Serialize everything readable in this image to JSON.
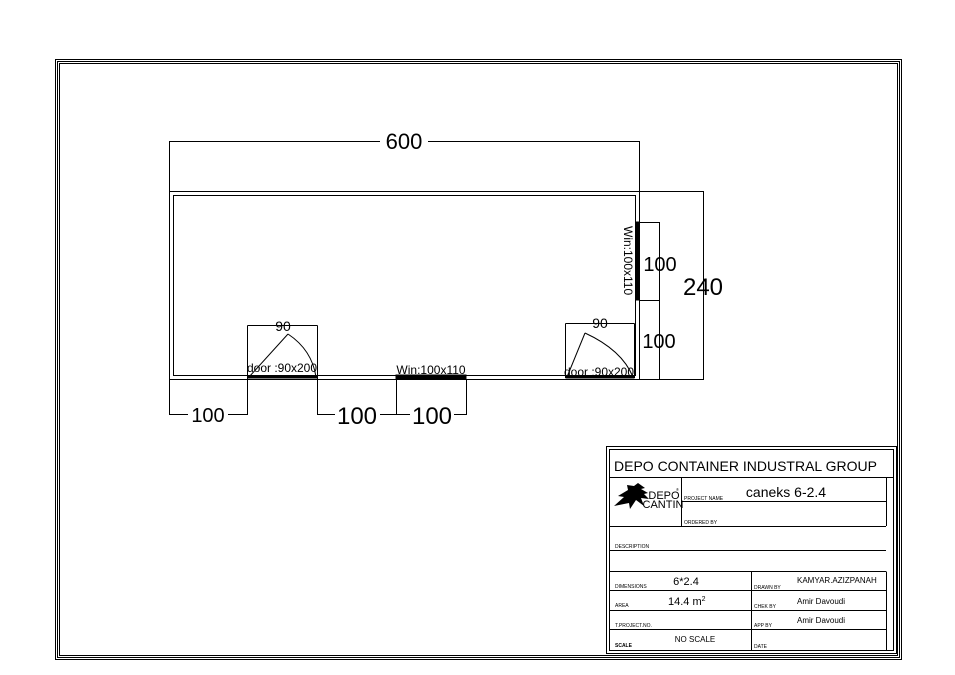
{
  "plan": {
    "overall_length": "600",
    "overall_width": "240",
    "right_window_label": "Win:100x110",
    "right_window_dim": "100",
    "right_lower_dim": "100",
    "door_left_width": "90",
    "door_left_label": "door :90x200",
    "door_right_width": "90",
    "door_right_label": "door :90x200",
    "front_window_label": "Win:100x110",
    "bottom_dim_1": "100",
    "bottom_dim_2": "100",
    "bottom_dim_3": "100"
  },
  "title_block": {
    "company": "DEPO CONTAINER INDUSTRAL GROUP",
    "logo_line1": "DEPO",
    "logo_line2": "CANTIN",
    "logo_mark": "®",
    "project_name_label": "PROJECT NAME",
    "project_name": "caneks 6-2.4",
    "ordered_by_label": "ORDERED BY",
    "ordered_by": "",
    "description_label": "DESCRIPTION",
    "dimensions_label": "DIMENSIONS",
    "dimensions": "6*2.4",
    "area_label": "AREA",
    "area_value": "14.4 m",
    "area_sup": "2",
    "tproject_label": "T.PROJECT.NO.",
    "scale_label": "SCALE",
    "scale": "NO SCALE",
    "drawn_by_label": "DRAWN BY",
    "drawn_by": "KAMYAR.AZIZPANAH",
    "check_by_label": "CHEK BY",
    "check_by": "Amir Davoudi",
    "app_by_label": "APP BY",
    "app_by": "Amir Davoudi",
    "date_label": "DATE"
  }
}
